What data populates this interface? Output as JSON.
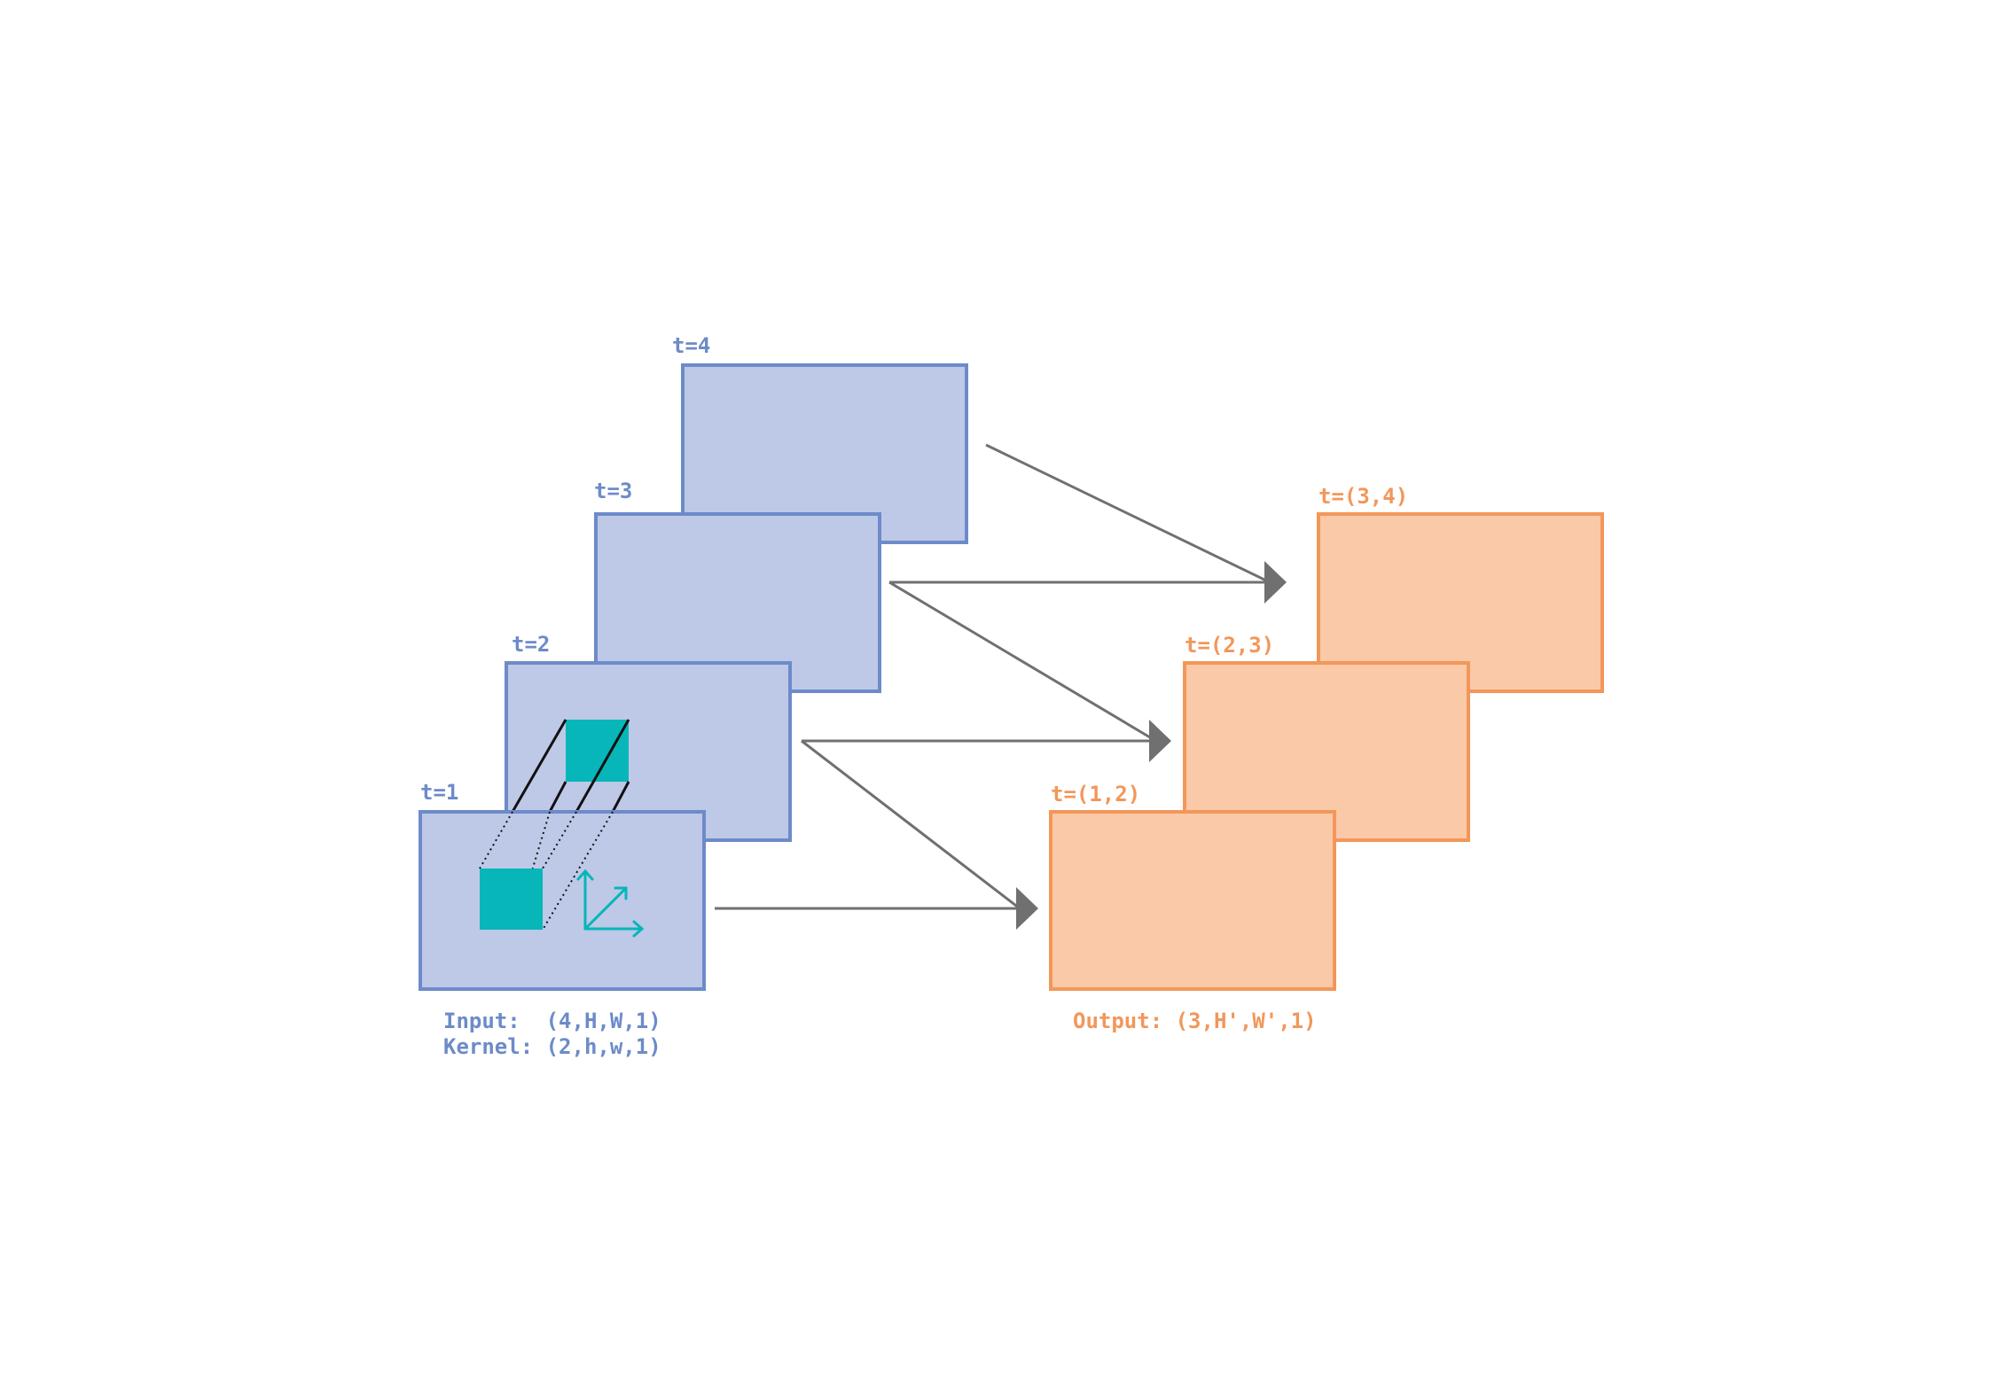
{
  "input_frames": [
    {
      "label": "t=4"
    },
    {
      "label": "t=3"
    },
    {
      "label": "t=2"
    },
    {
      "label": "t=1"
    }
  ],
  "output_frames": [
    {
      "label": "t=(3,4)"
    },
    {
      "label": "t=(2,3)"
    },
    {
      "label": "t=(1,2)"
    }
  ],
  "captions": {
    "input_line": "Input:  (4,H,W,1)",
    "kernel_line": "Kernel: (2,h,w,1)",
    "output_line": "Output: (3,H',W',1)"
  },
  "colors": {
    "input_fill": "#bec8e7",
    "input_stroke": "#6d8bc9",
    "output_fill": "#fac9a7",
    "output_stroke": "#f2975a",
    "kernel": "#06b6b8",
    "arrow": "#707070"
  }
}
